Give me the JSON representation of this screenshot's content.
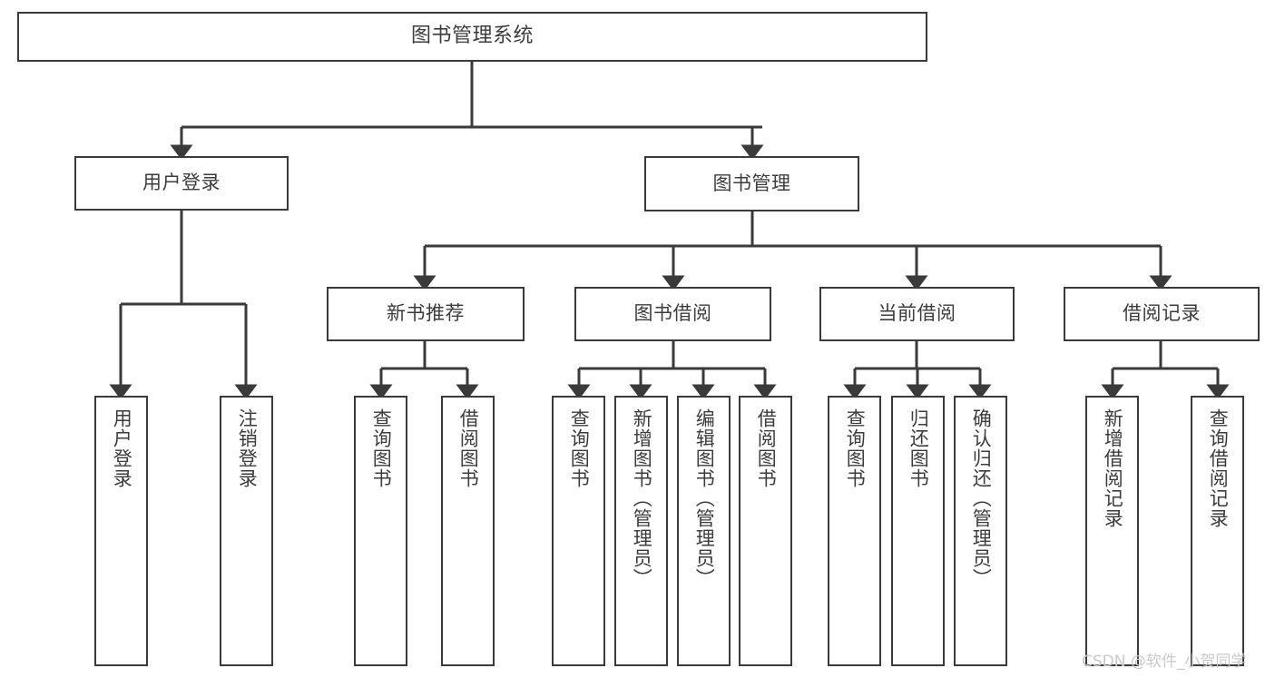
{
  "diagram": {
    "title": "图书管理系统",
    "watermark": "CSDN @软件_小贺同学",
    "colors": {
      "stroke": "#3a3a3a",
      "fill": "#ffffff",
      "text": "#3c3c3c",
      "watermark": "#c9c9c9"
    },
    "nodes": {
      "root": "图书管理系统",
      "level2": {
        "user_login": "用户登录",
        "book_manage": "图书管理"
      },
      "level3": {
        "new_book_recommend": "新书推荐",
        "book_borrow": "图书借阅",
        "current_borrow": "当前借阅",
        "borrow_record": "借阅记录"
      },
      "leaves": {
        "user_login_1": "用户登录",
        "user_login_2": "注销登录",
        "new_book_1": "查询图书",
        "new_book_2": "借阅图书",
        "book_borrow_1": "查询图书",
        "book_borrow_2": "新增图书（管理员）",
        "book_borrow_3": "编辑图书（管理员）",
        "book_borrow_4": "借阅图书",
        "current_borrow_1": "查询图书",
        "current_borrow_2": "归还图书",
        "current_borrow_3": "确认归还（管理员）",
        "borrow_record_1": "新增借阅记录",
        "borrow_record_2": "查询借阅记录"
      }
    }
  }
}
